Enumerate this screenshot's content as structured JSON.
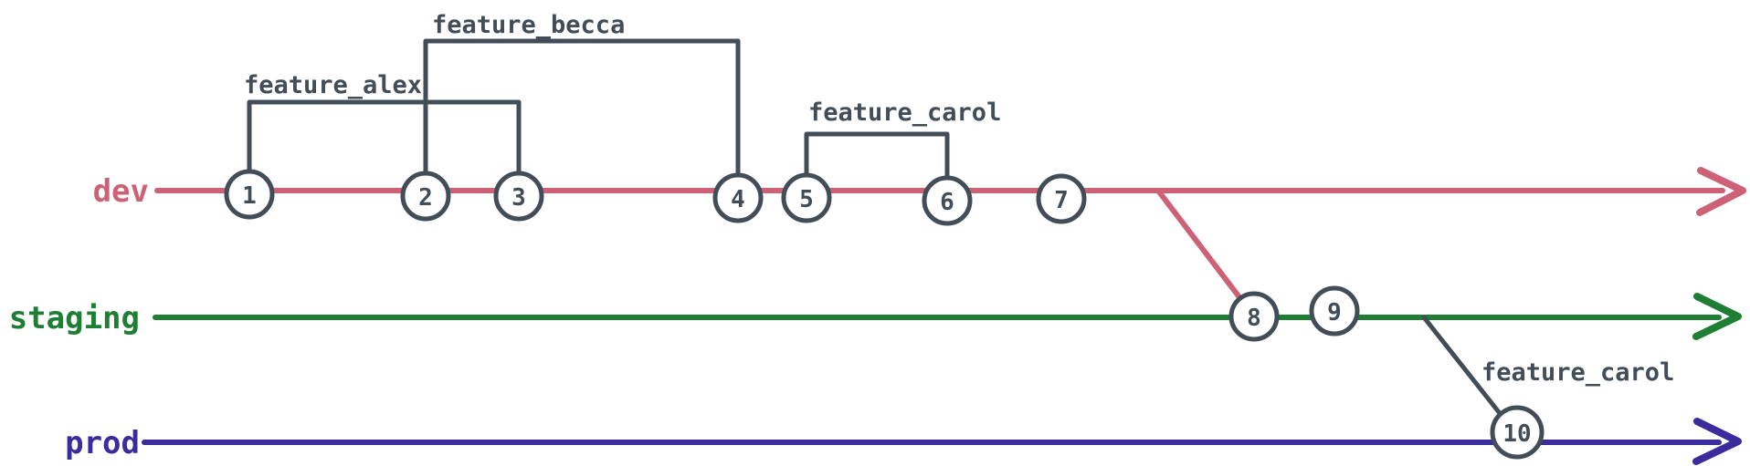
{
  "diagram": {
    "title": "git-branching-graph",
    "background": "#ffffff",
    "node_color": "#434d58",
    "branches": [
      {
        "name": "dev",
        "color": "#cd6277"
      },
      {
        "name": "staging",
        "color": "#1e7e34"
      },
      {
        "name": "prod",
        "color": "#3b2c9d"
      }
    ],
    "commits": [
      {
        "id": "1",
        "branch": "dev"
      },
      {
        "id": "2",
        "branch": "dev"
      },
      {
        "id": "3",
        "branch": "dev"
      },
      {
        "id": "4",
        "branch": "dev"
      },
      {
        "id": "5",
        "branch": "dev"
      },
      {
        "id": "6",
        "branch": "dev"
      },
      {
        "id": "7",
        "branch": "dev"
      },
      {
        "id": "8",
        "branch": "staging"
      },
      {
        "id": "9",
        "branch": "staging"
      },
      {
        "id": "10",
        "branch": "prod"
      }
    ],
    "feature_branches": [
      {
        "label": "feature_alex",
        "from_commit": "1",
        "to_commit": "3"
      },
      {
        "label": "feature_becca",
        "from_commit": "2",
        "to_commit": "4"
      },
      {
        "label": "feature_carol",
        "from_commit": "5",
        "to_commit": "6"
      },
      {
        "label": "feature_carol",
        "from_branch": "staging",
        "to_commit": "10"
      }
    ],
    "merges": [
      {
        "from": "dev",
        "to": "staging",
        "at_commit": "8"
      },
      {
        "from": "staging",
        "to": "prod",
        "at_commit": "10"
      }
    ]
  }
}
